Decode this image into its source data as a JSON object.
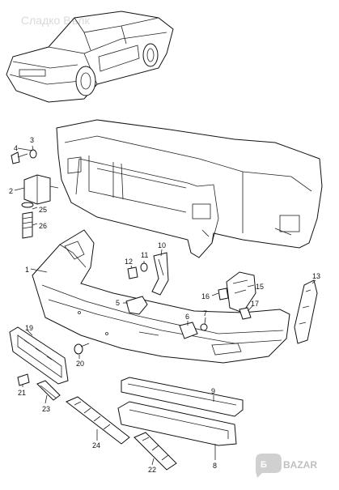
{
  "watermark": "Сладко Вълк",
  "brand_logo": {
    "text": "BAZAR",
    "icon": "bazar-logo-icon",
    "color": "#bfbfbf"
  },
  "callouts": {
    "c1": "1",
    "c2": "2",
    "c3": "3",
    "c4": "4",
    "c5": "5",
    "c6": "6",
    "c7": "7",
    "c8": "8",
    "c9": "9",
    "c10": "10",
    "c11": "11",
    "c12": "12",
    "c13": "13",
    "c15": "15",
    "c16": "16",
    "c17": "17",
    "c19": "19",
    "c20": "20",
    "c21": "21",
    "c22": "22",
    "c23": "23",
    "c24": "24",
    "c25": "25",
    "c26": "26"
  }
}
